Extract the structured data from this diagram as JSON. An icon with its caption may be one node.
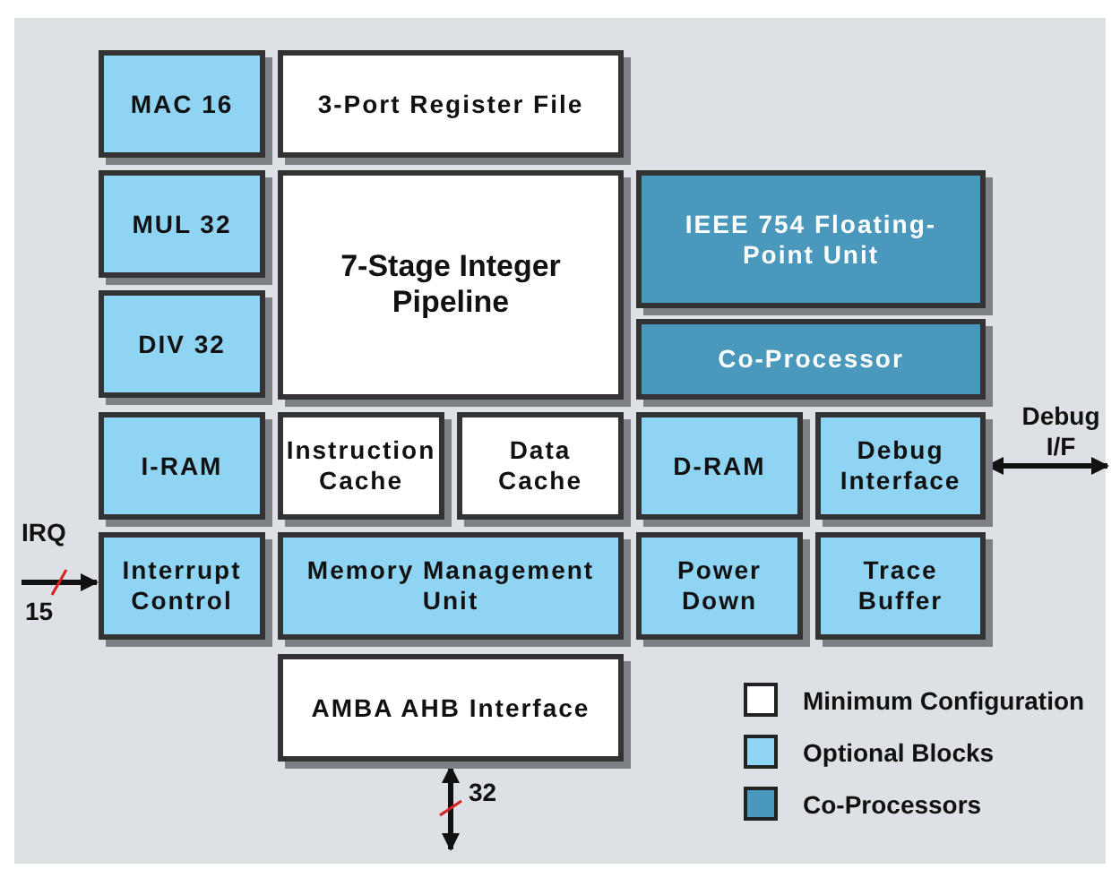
{
  "diagram": {
    "nodes": [
      {
        "text": [
          "MAC 16"
        ]
      },
      {
        "text": [
          "3-Port Register File"
        ]
      },
      {
        "text": [
          "MUL 32"
        ]
      },
      {
        "text": [
          "7-Stage Integer Pipeline"
        ]
      },
      {
        "text": [
          "IEEE 754 Floating-Point Unit"
        ]
      },
      {
        "text": [
          "DIV 32"
        ]
      },
      {
        "text": [
          "Co-Processor"
        ]
      },
      {
        "text": [
          "I-RAM"
        ]
      },
      {
        "text": [
          "Instruction Cache"
        ]
      },
      {
        "text": [
          "Data Cache"
        ]
      },
      {
        "text": [
          "D-RAM"
        ]
      },
      {
        "text": [
          "Debug Interface"
        ]
      },
      {
        "text": [
          "Interrupt Control"
        ]
      },
      {
        "text": [
          "Memory Management Unit"
        ]
      },
      {
        "text": [
          "Power Down"
        ]
      },
      {
        "text": [
          "Trace Buffer"
        ]
      },
      {
        "text": [
          "AMBA AHB Interface"
        ]
      }
    ],
    "edges": [
      {
        "from": null,
        "to": 12,
        "arrow": "to",
        "label": "IRQ"
      },
      {
        "from": 11,
        "to": null,
        "arrow": "both",
        "label": "Debug I/F"
      },
      {
        "from": 16,
        "to": null,
        "arrow": "both"
      }
    ],
    "labels": [
      "15",
      "32"
    ],
    "legend": [
      {
        "text": "Minimum Configuration",
        "color": "#ffffff"
      },
      {
        "text": "Optional Blocks",
        "color": "#8fd4f2"
      },
      {
        "text": "Co-Processors",
        "color": "#4b98bd"
      }
    ]
  }
}
